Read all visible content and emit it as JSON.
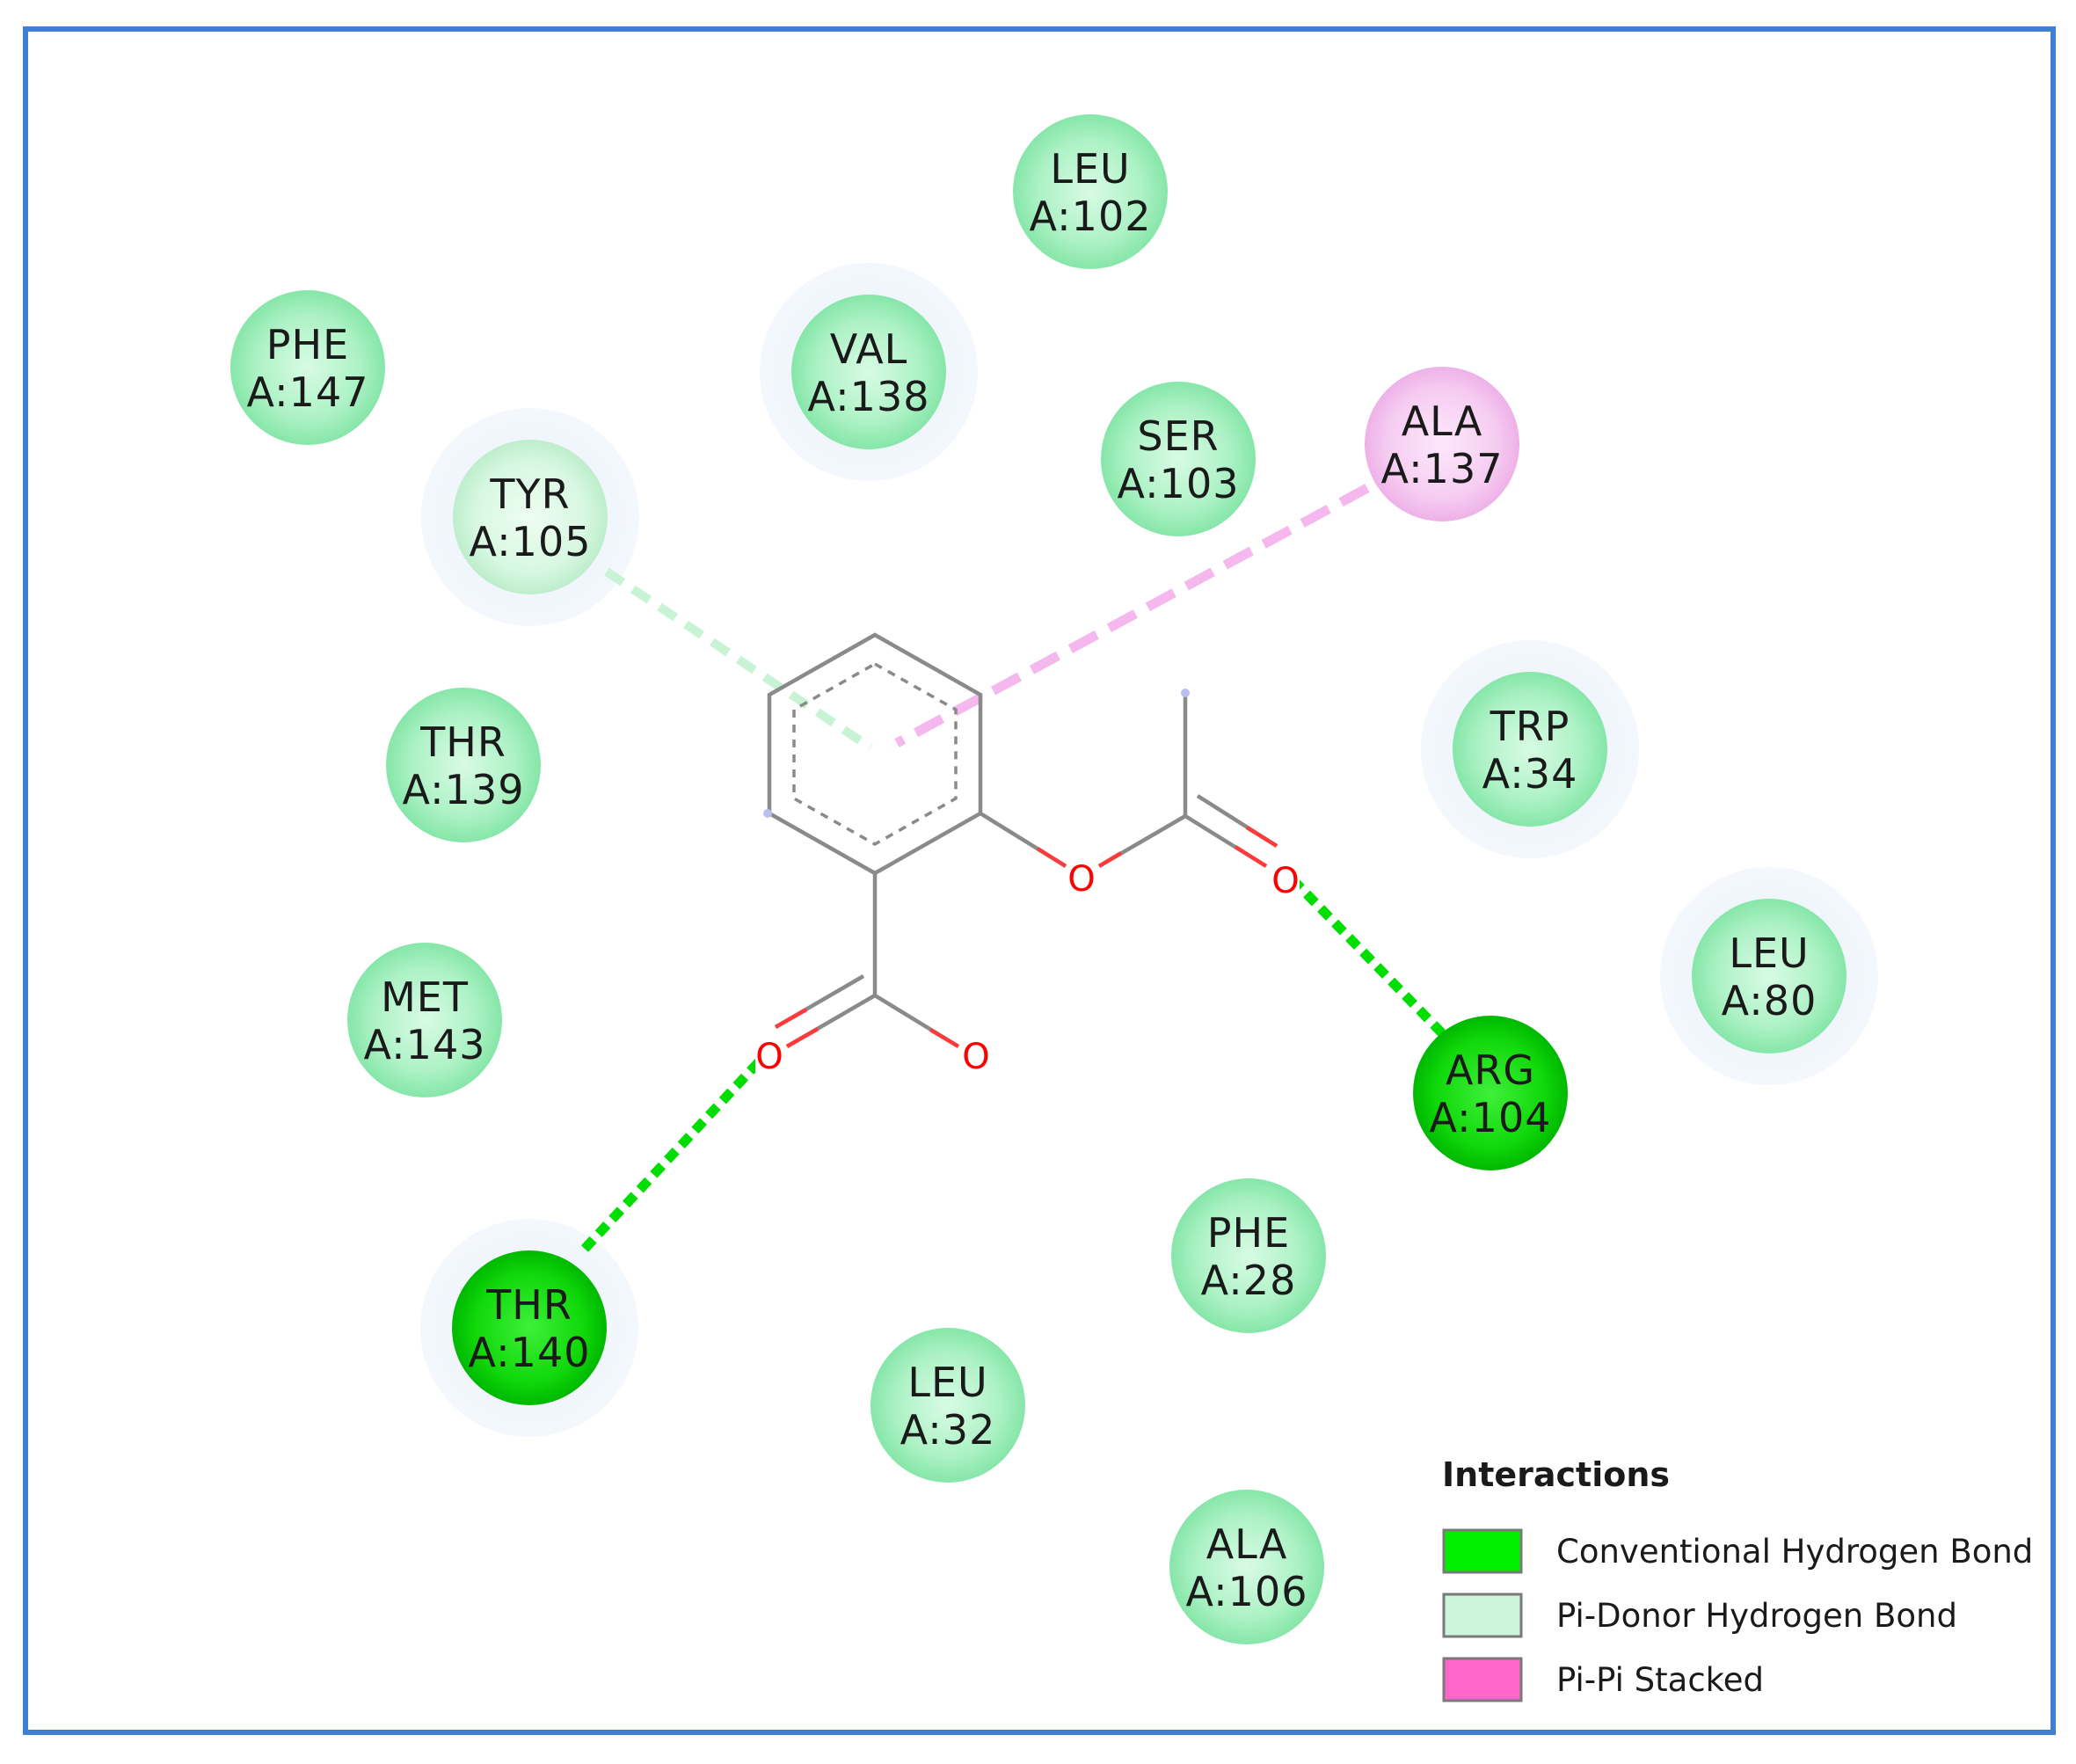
{
  "residues": [
    {
      "id": "leu102",
      "name": "LEU",
      "label": "A:102",
      "type": "vdw",
      "halo": false
    },
    {
      "id": "phe147",
      "name": "PHE",
      "label": "A:147",
      "type": "vdw",
      "halo": false
    },
    {
      "id": "val138",
      "name": "VAL",
      "label": "A:138",
      "type": "vdw",
      "halo": true
    },
    {
      "id": "ser103",
      "name": "SER",
      "label": "A:103",
      "type": "vdw",
      "halo": false
    },
    {
      "id": "ala137",
      "name": "ALA",
      "label": "A:137",
      "type": "pi-pi",
      "halo": false
    },
    {
      "id": "tyr105",
      "name": "TYR",
      "label": "A:105",
      "type": "pi-donor",
      "halo": true
    },
    {
      "id": "thr139",
      "name": "THR",
      "label": "A:139",
      "type": "vdw",
      "halo": false
    },
    {
      "id": "trp34",
      "name": "TRP",
      "label": "A:34",
      "type": "vdw",
      "halo": true
    },
    {
      "id": "met143",
      "name": "MET",
      "label": "A:143",
      "type": "vdw",
      "halo": false
    },
    {
      "id": "leu80",
      "name": "LEU",
      "label": "A:80",
      "type": "vdw",
      "halo": true
    },
    {
      "id": "arg104",
      "name": "ARG",
      "label": "A:104",
      "type": "hbond",
      "halo": false
    },
    {
      "id": "phe28",
      "name": "PHE",
      "label": "A:28",
      "type": "vdw",
      "halo": false
    },
    {
      "id": "thr140",
      "name": "THR",
      "label": "A:140",
      "type": "hbond",
      "halo": true
    },
    {
      "id": "leu32",
      "name": "LEU",
      "label": "A:32",
      "type": "vdw",
      "halo": false
    },
    {
      "id": "ala106",
      "name": "ALA",
      "label": "A:106",
      "type": "vdw",
      "halo": false
    }
  ],
  "ligand": {
    "atoms": [
      {
        "id": "o_ester",
        "symbol": "O"
      },
      {
        "id": "o_carbonyl",
        "symbol": "O"
      },
      {
        "id": "o_acid1",
        "symbol": "O"
      },
      {
        "id": "o_acid2",
        "symbol": "O"
      }
    ]
  },
  "interactions": [
    {
      "from": "thr140",
      "to": "o_acid1",
      "type": "hbond"
    },
    {
      "from": "arg104",
      "to": "o_carbonyl",
      "type": "hbond"
    },
    {
      "from": "tyr105",
      "to": "ring",
      "type": "pi-donor"
    },
    {
      "from": "ala137",
      "to": "ring",
      "type": "pi-pi"
    }
  ],
  "legend": {
    "title": "Interactions",
    "items": [
      {
        "type": "hbond",
        "label": "Conventional Hydrogen Bond",
        "color": "#00ee00"
      },
      {
        "type": "pi-donor",
        "label": "Pi-Donor Hydrogen Bond",
        "color": "#ccf5dc"
      },
      {
        "type": "pi-pi",
        "label": "Pi-Pi Stacked",
        "color": "#ff66cc"
      }
    ]
  },
  "colors": {
    "frame": "#3f7fd1",
    "vdw": "#9af0b8",
    "hbond": "#0ad000",
    "pi_donor": "#ccf5dc",
    "pi_pi": "#f4c2f0",
    "halo": "#eef4fb",
    "bond": "#8a8a8a",
    "oxygen": "#ff0000"
  }
}
